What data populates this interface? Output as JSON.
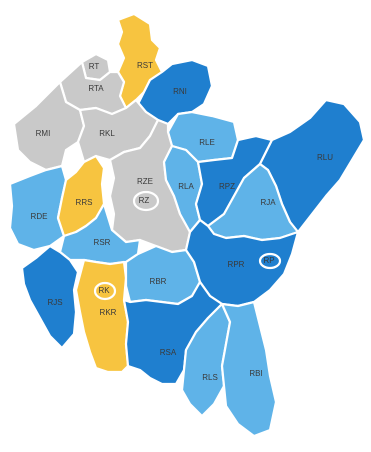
{
  "colors": {
    "gray": "#c9c9c9",
    "yellow": "#f7c440",
    "light_blue": "#5fb3e8",
    "dark_blue": "#1f7fcf",
    "border": "#ffffff"
  },
  "regions": [
    {
      "id": "RT",
      "label": "RT",
      "color": "gray"
    },
    {
      "id": "RTA",
      "label": "RTA",
      "color": "gray"
    },
    {
      "id": "RST",
      "label": "RST",
      "color": "yellow"
    },
    {
      "id": "RNI",
      "label": "RNI",
      "color": "dark_blue"
    },
    {
      "id": "RMI",
      "label": "RMI",
      "color": "gray"
    },
    {
      "id": "RKL",
      "label": "RKL",
      "color": "gray"
    },
    {
      "id": "RLE",
      "label": "RLE",
      "color": "light_blue"
    },
    {
      "id": "RLU",
      "label": "RLU",
      "color": "dark_blue"
    },
    {
      "id": "RZE",
      "label": "RZE",
      "color": "gray"
    },
    {
      "id": "RZ",
      "label": "RZ",
      "color": "gray"
    },
    {
      "id": "RLA",
      "label": "RLA",
      "color": "light_blue"
    },
    {
      "id": "RPZ",
      "label": "RPZ",
      "color": "dark_blue"
    },
    {
      "id": "RDE",
      "label": "RDE",
      "color": "light_blue"
    },
    {
      "id": "RRS",
      "label": "RRS",
      "color": "yellow"
    },
    {
      "id": "RJA",
      "label": "RJA",
      "color": "light_blue"
    },
    {
      "id": "RSR",
      "label": "RSR",
      "color": "light_blue"
    },
    {
      "id": "RPR",
      "label": "RPR",
      "color": "dark_blue"
    },
    {
      "id": "RP",
      "label": "RP",
      "color": "dark_blue"
    },
    {
      "id": "RJS",
      "label": "RJS",
      "color": "dark_blue"
    },
    {
      "id": "RK",
      "label": "RK",
      "color": "yellow"
    },
    {
      "id": "RKR",
      "label": "RKR",
      "color": "yellow"
    },
    {
      "id": "RBR",
      "label": "RBR",
      "color": "light_blue"
    },
    {
      "id": "RSA",
      "label": "RSA",
      "color": "dark_blue"
    },
    {
      "id": "RLS",
      "label": "RLS",
      "color": "light_blue"
    },
    {
      "id": "RBI",
      "label": "RBI",
      "color": "light_blue"
    }
  ]
}
